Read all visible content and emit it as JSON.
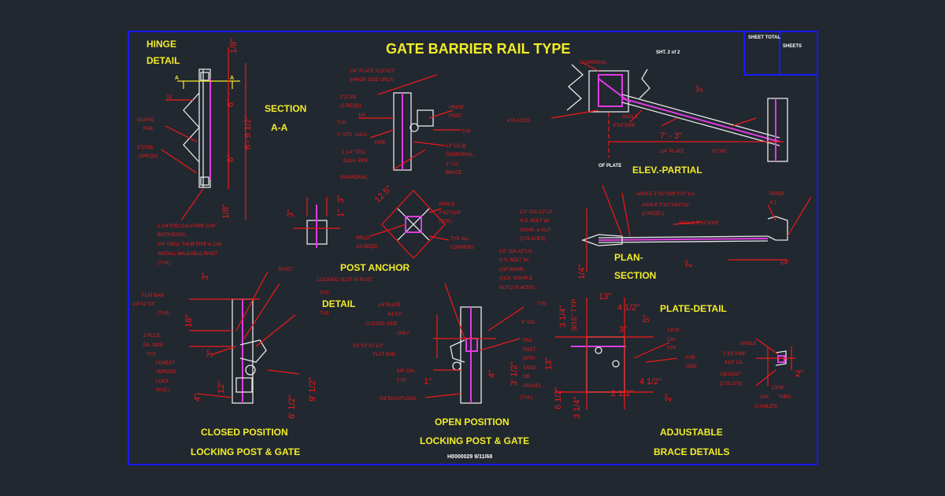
{
  "sheet": {
    "title": "GATE BARRIER RAIL TYPE",
    "sheet_total_label": "SHEET TOTAL",
    "sheets_label": "SHEETS",
    "sht": "SHT. 2 of 2",
    "drawing_no": "H0000029  9/11/68"
  },
  "titles": {
    "hinge_1": "HINGE",
    "hinge_2": "DETAIL",
    "section_1": "SECTION",
    "section_2": "A-A",
    "post_anchor_1": "POST ANCHOR",
    "post_anchor_2": "DETAIL",
    "elev": "ELEV.-PARTIAL",
    "plan_1": "PLAN-",
    "plan_2": "SECTION",
    "plate": "PLATE-DETAIL",
    "closed_1": "CLOSED POSITION",
    "closed_2": "LOCKING POST & GATE",
    "open_1": "OPEN POSITION",
    "open_2": "LOCKING POST & GATE",
    "adjustable_1": "ADJUSTABLE",
    "adjustable_2": "BRACE DETAILS"
  },
  "notes": {
    "hinge": [
      "GUARD",
      "RAIL",
      "2\"[2.5lb",
      "(2REQD)"
    ],
    "hinge_cap": [
      "1 1/4\"STD.GALV.PIPE CAP",
      "BOTH ENDS,",
      "1/4\" DRILL THUR PIPE & CAP",
      "INSTALL MALEABLE RIVET",
      "(TYP.)"
    ],
    "center_top": [
      "1/4\" PLATE X13\"X13\"",
      "(HINGE SIDE ONLY)",
      "2\"[2.5lb",
      "(2 REQD)",
      "TYP",
      "1\" STD. GALV.",
      "PIPE",
      "1 1/4\" STD.",
      "GALV. PIPE",
      "GUARDRAIL",
      "HINGE",
      "POST",
      "TYP",
      "13\" LG.@",
      "GUARDRAIL,",
      "3\" LG.",
      "BRACE"
    ],
    "anchor": [
      "ANGLE",
      "2\"X2\"X1/4\"",
      "(TYP.)",
      "TYP. ALL",
      "CORNERS",
      "WELD",
      "AS REQD."
    ],
    "elev": [
      "GUARDRAIL",
      "ANGLE",
      "3\"X2\"X3/8\"",
      "4 PLACES",
      "1/4\" PLATE",
      "X3\"X6\"",
      "OF PLATE"
    ],
    "plan": [
      "ANGLE 3\"X2\"X3/8\"X10\" LG.",
      "ANGLE 3\"X2\"X3/8\"X2\"",
      "(2 REQD.)",
      "ANGLE 3\"X2\"X3/8\"",
      "TAPER",
      "6:1"
    ],
    "bolts": [
      "1/2\" DIA.X2\"LG.",
      "H.S. BOLT W/",
      "WSHR. & NUT",
      "(2 PLACES)",
      "1/2\" DIA.X2\"LG.",
      "H.S. BOLT W/",
      "(2)F WSHR.,",
      "(1)LK. WSHR.&",
      "NUT(2 PLACES)"
    ],
    "closed": [
      "RIVET",
      "LOCKING SLOT IN POST",
      "TYP",
      "FLAT BAR",
      "1/4\"X2\"X3\"",
      "(TYP.)",
      "TYP",
      "2 PLCS.",
      "EA. SIDE",
      "TYP",
      "FOREST",
      "SERVICE",
      "LOCK",
      "IN (C.)"
    ],
    "open": [
      "1/4\"PLATE",
      "X4\"X3\"",
      "CLOSED SIDE",
      "ONLY",
      "1/2\"X2\"X2 1/2\"",
      "FLAT BAR",
      "5/8\" DIA.",
      "TYP",
      "5/8\"DIAX3\"LONG",
      "4\" DIA.",
      "FILL",
      "POST",
      "WITH",
      "SAND",
      "OR",
      "GRAVEL",
      "(TYP.)",
      "TYP."
    ],
    "plate_detail": [
      "13/16\"",
      "DIA.",
      "TYP",
      "FAR",
      "SIDE"
    ],
    "brace": [
      "ANGLE",
      "2\"X3\"X3/8\"",
      "X10\" LG.",
      "2@15/32\"",
      "(2 SLOTS)",
      "13/16\"",
      "DIA.",
      "THRU",
      "(2 HOLES)"
    ]
  },
  "dims": {
    "d1_8": "1/8\"",
    "d6": "6\"",
    "d6_91": "6'- 9 1/2\"",
    "d12": "12",
    "d6b": "6\"",
    "d1_8b": "1/8\"",
    "d3": "3\"",
    "d1": "1\"",
    "d3b": "3\"",
    "d12_5": "12.5\"",
    "d14": "1/4",
    "d7_3": "7' - 3\"",
    "d3c": "3\"",
    "d2_1": "2\"",
    "d1_4": "1/4\"",
    "d1_4b": "1/4\"",
    "d3d": "3\"",
    "d18": "18\"",
    "d3e": "3\"",
    "d4": "4\"",
    "d12b": "12\"",
    "d6_12": "6' 1/2\"",
    "d9_12": "9' 1/2\"",
    "d1e": "1\"",
    "d4b": "4\"",
    "d3_12": "3' 1/2\"",
    "d13": "13\"",
    "d4_12": "4 1/2\"",
    "d3_14": "3 1/4\"",
    "d9_16": "9/16\" TYP",
    "d3f": "3\"",
    "d5": "5\"",
    "d13b": "13\"",
    "d4_12b": "4 1/2\"",
    "d2_12": "2 1/2\"",
    "d6_12b": "6 1/2\"",
    "d3_14b": "3 1/4\"",
    "d2b": "2\"",
    "d2c": "2\""
  }
}
